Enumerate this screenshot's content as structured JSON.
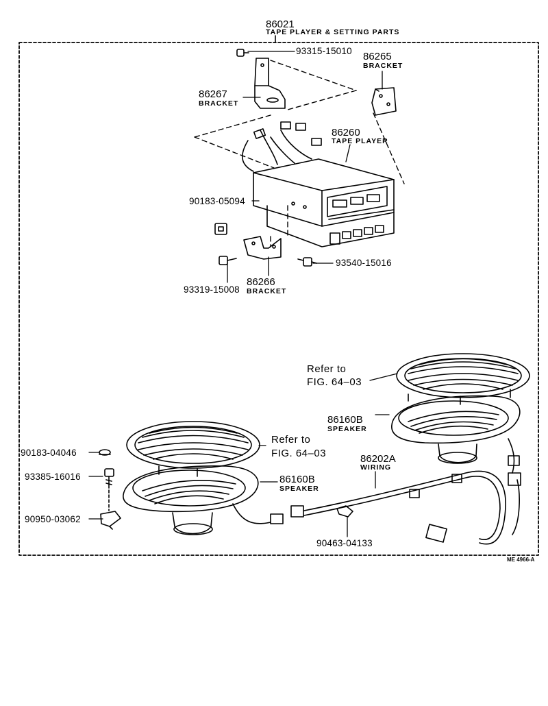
{
  "assembly": {
    "number": "86021",
    "name": "TAPE PLAYER & SETTING PARTS"
  },
  "parts": {
    "bolt_top": "93315-15010",
    "bracket_right_num": "86265",
    "bracket_right_name": "BRACKET",
    "bracket_left_num": "86267",
    "bracket_left_name": "BRACKET",
    "tape_player_num": "86260",
    "tape_player_name": "TAPE PLAYER",
    "nut": "90183-05094",
    "screw_right": "93540-15016",
    "screw_left": "93319-15008",
    "bracket_bottom_num": "86266",
    "bracket_bottom_name": "BRACKET",
    "speaker_right_num": "86160B",
    "speaker_right_name": "SPEAKER",
    "speaker_left_num": "86160B",
    "speaker_left_name": "SPEAKER",
    "wiring_num": "86202A",
    "wiring_name": "WIRING",
    "washer": "90183-04046",
    "screw_speaker": "93385-16016",
    "clip_nut": "90950-03062",
    "clamp": "90463-04133"
  },
  "refs": {
    "grille_right_line1": "Refer to",
    "grille_right_line2": "FIG. 64–03",
    "grille_left_line1": "Refer to",
    "grille_left_line2": "FIG. 64–03"
  },
  "drawing_code": "ME 4966-A"
}
